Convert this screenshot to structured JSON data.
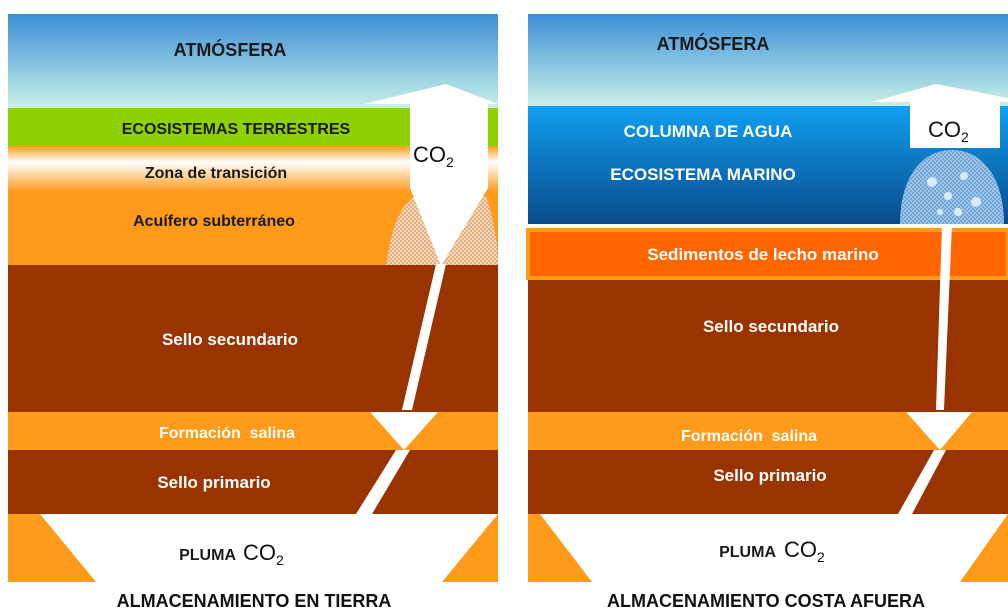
{
  "left": {
    "atmosphere": "ATMÓSFERA",
    "terrestrial_ecosystems": "ECOSISTEMAS TERRESTRES",
    "transition_zone": "Zona de transición",
    "aquifer": "Acuífero subterráneo",
    "secondary_seal": "Sello secundario",
    "saline_formation": "Formación  salina",
    "primary_seal": "Sello primario",
    "plume": "PLUMA",
    "caption": "ALMACENAMIENTO EN TIERRA"
  },
  "right": {
    "atmosphere": "ATMÓSFERA",
    "water_column": "COLUMNA DE AGUA",
    "marine_ecosystem": "ECOSISTEMA MARINO",
    "seabed_sediments": "Sedimentos de lecho marino",
    "secondary_seal": "Sello secundario",
    "saline_formation": "Formación  salina",
    "primary_seal": "Sello primario",
    "plume": "PLUMA",
    "caption": "ALMACENAMIENTO COSTA AFUERA"
  },
  "co2": {
    "base": "CO",
    "subscript": "2"
  },
  "colors": {
    "sky_top": "#3a8fd6",
    "sky_bottom": "#c9f0e8",
    "ecosystem_green": "#8fd000",
    "orange": "#ff9a1a",
    "brown": "#993300",
    "sea_top": "#0d8fe6",
    "sea_bottom": "#0a4a8c",
    "sediment": "#ff6600"
  }
}
